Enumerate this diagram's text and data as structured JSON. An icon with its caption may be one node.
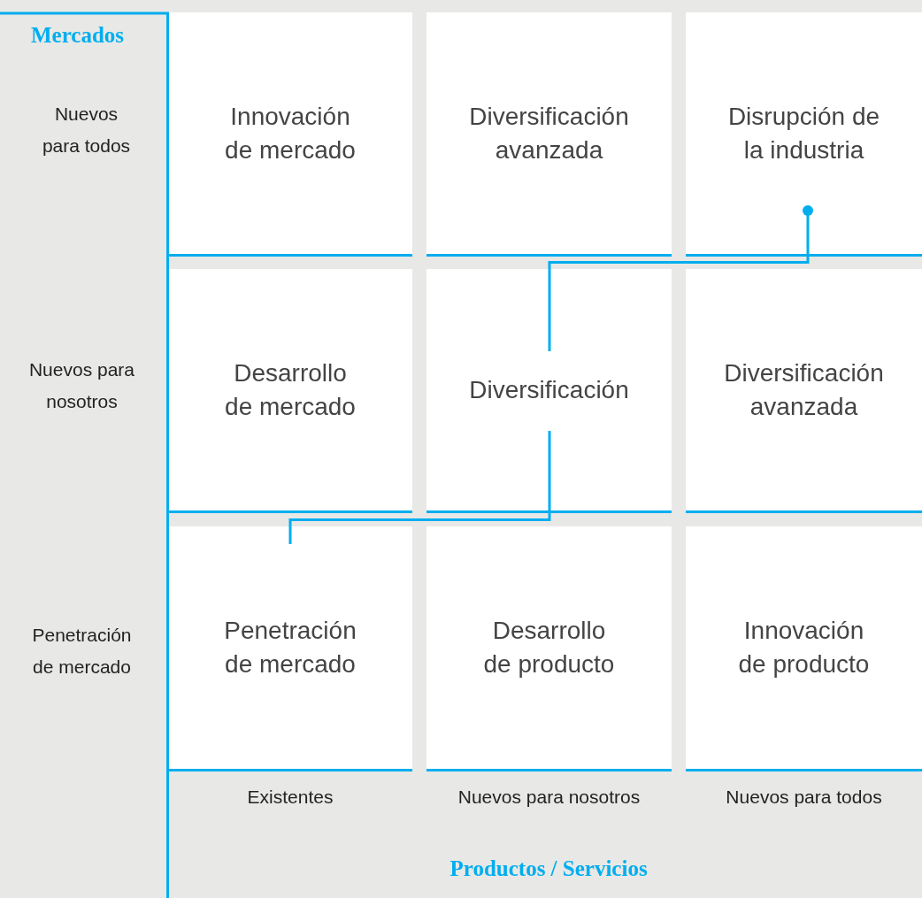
{
  "diagram": {
    "nodes": [
      {
        "text": [
          "Innovación de mercado"
        ]
      },
      {
        "text": [
          "Diversificación avanzada"
        ]
      },
      {
        "text": [
          "Disrupción de la industria"
        ]
      },
      {
        "text": [
          "Desarrollo de mercado"
        ]
      },
      {
        "text": [
          "Diversificación"
        ]
      },
      {
        "text": [
          "Diversificación avanzada"
        ]
      },
      {
        "text": [
          "Penetración de mercado"
        ]
      },
      {
        "text": [
          "Desarrollo de producto"
        ]
      },
      {
        "text": [
          "Innovación de producto"
        ]
      }
    ],
    "edges": [
      {
        "from": 6,
        "to": 4,
        "arrow": "none"
      },
      {
        "from": 4,
        "to": 2,
        "arrow": "other"
      }
    ],
    "labels": [
      "Mercados",
      "Nuevos para todos",
      "Nuevos para nosotros",
      "Penetración de mercado",
      "Existentes",
      "Nuevos para nosotros",
      "Nuevos para todos",
      "Productos / Servicios"
    ]
  }
}
